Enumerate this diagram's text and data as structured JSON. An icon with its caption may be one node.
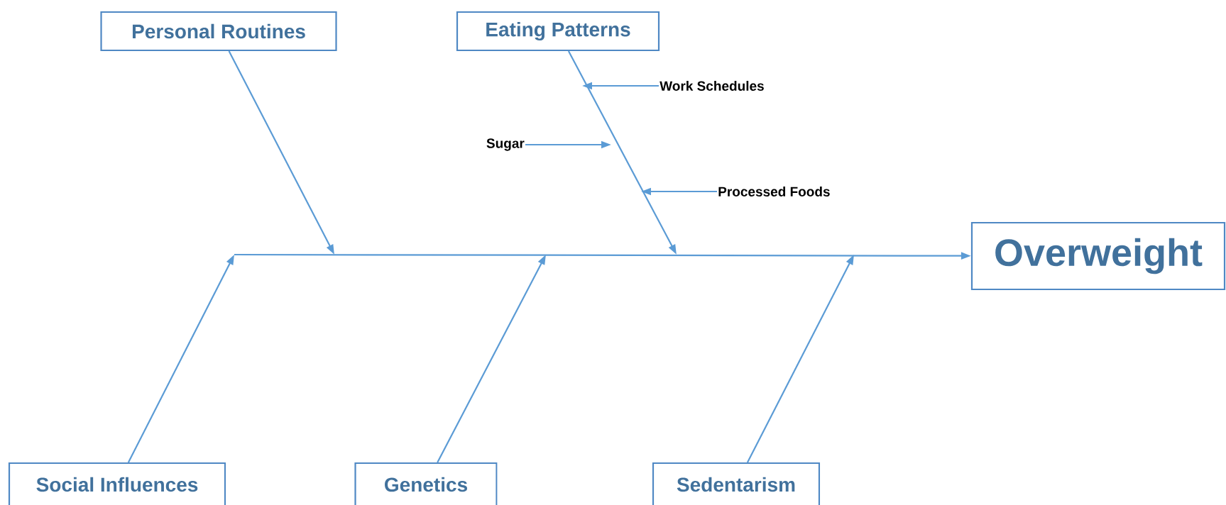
{
  "diagram": {
    "nodes": [
      {
        "text": [
          "Personal Routines"
        ]
      },
      {
        "text": [
          "Eating Patterns"
        ]
      },
      {
        "text": [
          "Work Schedules"
        ]
      },
      {
        "text": [
          "Sugar"
        ]
      },
      {
        "text": [
          "Processed Foods"
        ]
      },
      {
        "text": [
          "Overweight"
        ]
      },
      {
        "text": [
          "Social Influences"
        ]
      },
      {
        "text": [
          "Genetics"
        ]
      },
      {
        "text": [
          "Sedentarism"
        ]
      }
    ],
    "edges": [
      {
        "from": null,
        "to": 5,
        "arrow": "to"
      },
      {
        "from": 0,
        "to": null,
        "arrow": "to"
      },
      {
        "from": 1,
        "to": null,
        "arrow": "to"
      },
      {
        "from": 2,
        "to": null,
        "arrow": "to"
      },
      {
        "from": 3,
        "to": null,
        "arrow": "to"
      },
      {
        "from": 4,
        "to": null,
        "arrow": "to"
      },
      {
        "from": 6,
        "to": null,
        "arrow": "to"
      },
      {
        "from": 7,
        "to": null,
        "arrow": "to"
      },
      {
        "from": 8,
        "to": null,
        "arrow": "to"
      }
    ]
  }
}
